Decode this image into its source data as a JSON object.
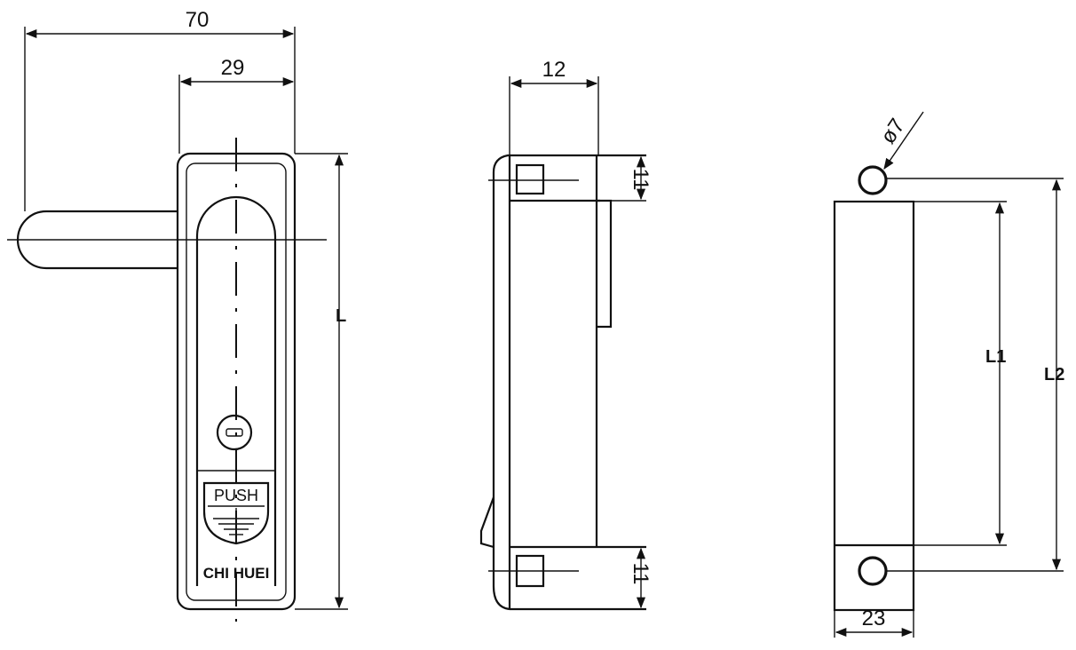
{
  "front_view": {
    "dim_width_total": "70",
    "dim_width_body": "29",
    "dim_length": "L",
    "push_label": "PUSH",
    "brand_label": "CHI HUEI"
  },
  "side_view": {
    "dim_depth": "12",
    "dim_top_tab": "11",
    "dim_bottom_tab": "11"
  },
  "back_view": {
    "dim_hole_diameter": "ø7",
    "dim_width": "23",
    "dim_l1": "L1",
    "dim_l2": "L2"
  }
}
